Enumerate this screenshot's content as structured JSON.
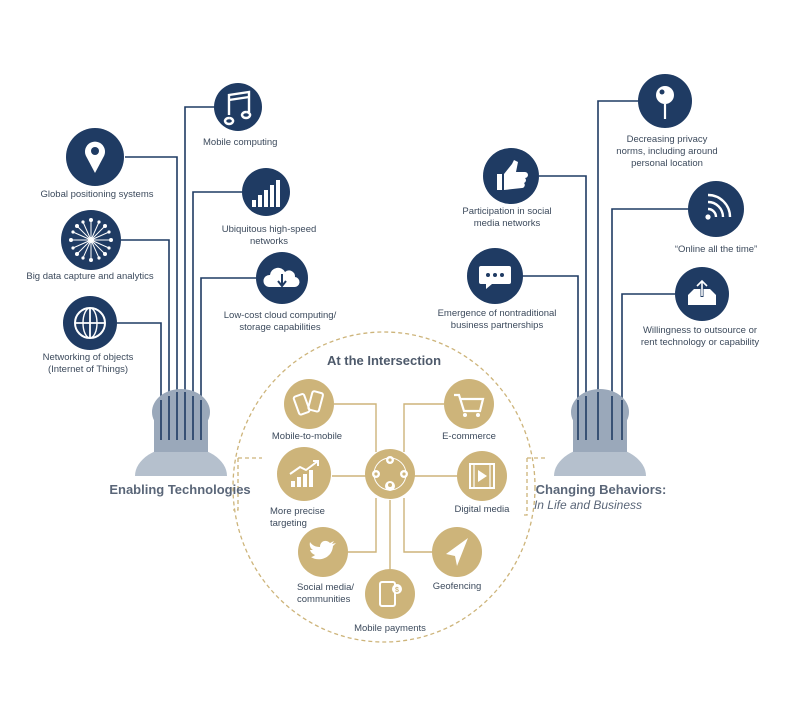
{
  "colors": {
    "navy": "#1f3b63",
    "gold": "#cdb47a",
    "slate": "#9aa8ba",
    "text": "#3c4a5c",
    "heading": "#5a6678"
  },
  "enabling": {
    "title": "Enabling Technologies",
    "items": [
      {
        "icon": "music-note-icon",
        "label1": "Mobile computing",
        "label2": ""
      },
      {
        "icon": "location-pin-icon",
        "label1": "Global positioning systems",
        "label2": ""
      },
      {
        "icon": "signal-bars-icon",
        "label1": "Ubiquitous high-speed",
        "label2": "networks"
      },
      {
        "icon": "network-burst-icon",
        "label1": "Big data capture and analytics",
        "label2": ""
      },
      {
        "icon": "cloud-download-icon",
        "label1": "Low-cost cloud computing/",
        "label2": "storage capabilities"
      },
      {
        "icon": "globe-grid-icon",
        "label1": "Networking of objects",
        "label2": "(Internet of Things)"
      }
    ]
  },
  "behaviors": {
    "title": "Changing Behaviors:",
    "subtitle": "In Life and Business",
    "items": [
      {
        "icon": "map-pin-icon",
        "label1": "Decreasing privacy",
        "label2": "norms, including around",
        "label3": "personal location"
      },
      {
        "icon": "thumbs-up-icon",
        "label1": "Participation in social",
        "label2": "media networks",
        "label3": ""
      },
      {
        "icon": "wifi-icon",
        "label1": "“Online all the time”",
        "label2": "",
        "label3": ""
      },
      {
        "icon": "chat-bubble-icon",
        "label1": "Emergence of nontraditional",
        "label2": "business partnerships",
        "label3": ""
      },
      {
        "icon": "outbox-icon",
        "label1": "Willingness to outsource or",
        "label2": "rent technology or capability",
        "label3": ""
      }
    ]
  },
  "intersection": {
    "title": "At the Intersection",
    "center_icon": "people-network-icon",
    "items": [
      {
        "icon": "mobile-to-mobile-icon",
        "label1": "Mobile-to-mobile",
        "label2": ""
      },
      {
        "icon": "shopping-cart-icon",
        "label1": "E-commerce",
        "label2": ""
      },
      {
        "icon": "growth-chart-icon",
        "label1": "More precise",
        "label2": "targeting"
      },
      {
        "icon": "video-play-icon",
        "label1": "Digital media",
        "label2": ""
      },
      {
        "icon": "twitter-bird-icon",
        "label1": "Social media/",
        "label2": "communities"
      },
      {
        "icon": "navigation-arrow-icon",
        "label1": "Geofencing",
        "label2": ""
      },
      {
        "icon": "mobile-payment-icon",
        "label1": "Mobile payments",
        "label2": ""
      }
    ]
  }
}
